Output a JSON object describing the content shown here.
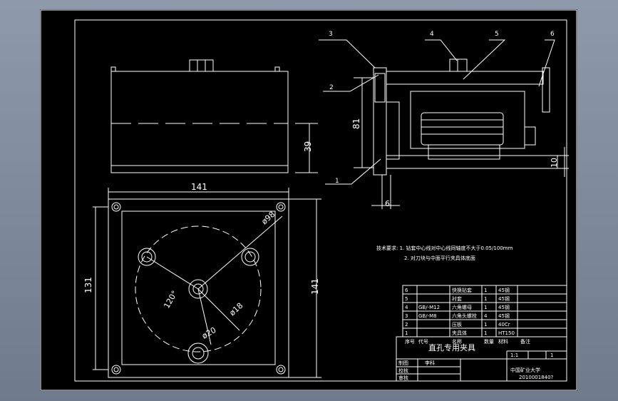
{
  "colors": {
    "background": "#000000",
    "line": "#ffffff",
    "chrome": "#7b8797"
  },
  "drawing": {
    "dims": {
      "height_81": "81",
      "height_39": "39",
      "width_141": "141",
      "height_131": "131",
      "height_141": "141",
      "height_10": "10",
      "width_6": "6",
      "dia_98": "ø98",
      "dia_18": "ø18",
      "angle_120": "120°",
      "dia_20": "ø20"
    },
    "callouts": [
      "3",
      "4",
      "5",
      "6",
      "2",
      "1"
    ],
    "notes": [
      "技术要求: 1. 钻套中心线对中心线同轴度不大于0.05/100mm",
      "2. 对刀块与中面平行夹具体底面"
    ]
  },
  "bom": {
    "rows": [
      {
        "no": "6",
        "code": "",
        "name": "快换钻套",
        "qty": "1",
        "mat": "45钢",
        "note": ""
      },
      {
        "no": "5",
        "code": "",
        "name": "衬套",
        "qty": "1",
        "mat": "45钢",
        "note": ""
      },
      {
        "no": "4",
        "code": "GB/-M12",
        "name": "六角螺母",
        "qty": "1",
        "mat": "45钢",
        "note": ""
      },
      {
        "no": "3",
        "code": "GB/-M8",
        "name": "六角头螺栓",
        "qty": "4",
        "mat": "45钢",
        "note": ""
      },
      {
        "no": "2",
        "code": "",
        "name": "压板",
        "qty": "1",
        "mat": "40Cr",
        "note": ""
      },
      {
        "no": "1",
        "code": "",
        "name": "夹具体",
        "qty": "1",
        "mat": "HT150",
        "note": ""
      }
    ],
    "header": {
      "no": "序号",
      "code": "代号",
      "name": "名称",
      "qty": "数量",
      "mat": "材料",
      "note": "备注"
    }
  },
  "title_block": {
    "title": "直孔专用夹具",
    "designer_label": "制图",
    "designer": "李科",
    "checker_label": "校核",
    "approver_label": "审核",
    "scale": "1:1",
    "sheet": "1",
    "school": "中国矿业大学",
    "dwg_no": "2010001840?"
  }
}
